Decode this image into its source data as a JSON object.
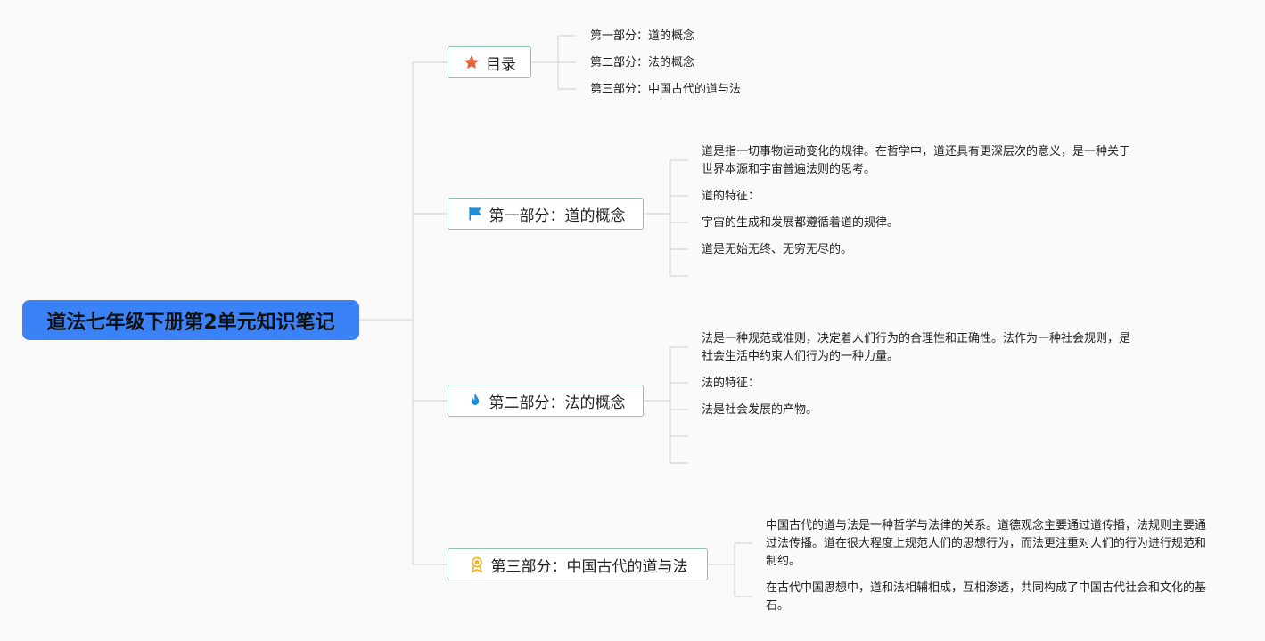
{
  "root": {
    "title": "道法七年级下册第2单元知识笔记"
  },
  "toc": {
    "label": "目录",
    "items": [
      "第一部分：道的概念",
      "第二部分：法的概念",
      "第三部分：中国古代的道与法"
    ]
  },
  "part1": {
    "label": "第一部分：道的概念",
    "items": [
      "道是指一切事物运动变化的规律。在哲学中，道还具有更深层次的意义，是一种关于世界本源和宇宙普遍法则的思考。",
      "道的特征：",
      "宇宙的生成和发展都遵循着道的规律。",
      "道是无始无终、无穷无尽的。"
    ]
  },
  "part2": {
    "label": "第二部分：法的概念",
    "items": [
      "法是一种规范或准则，决定着人们行为的合理性和正确性。法作为一种社会规则，是社会生活中约束人们行为的一种力量。",
      "法的特征：",
      "法是社会发展的产物。"
    ]
  },
  "part3": {
    "label": "第三部分：中国古代的道与法",
    "items": [
      "中国古代的道与法是一种哲学与法律的关系。道德观念主要通过道传播，法规则主要通过法传播。道在很大程度上规范人们的思想行为，而法更注重对人们的行为进行规范和制约。",
      "在古代中国思想中，道和法相辅相成，互相渗透，共同构成了中国古代社会和文化的基石。"
    ]
  },
  "icons": {
    "toc": "star-icon",
    "part1": "flag-icon",
    "part2": "flame-icon",
    "part3": "award-icon"
  },
  "colors": {
    "root_bg": "#3b82f6",
    "topic_border": "#8fc1b5",
    "line": "#d8d8d8",
    "star": "#e8623a",
    "flag": "#1e8fd6",
    "flame": "#1e8fd6",
    "award": "#f0b429"
  }
}
